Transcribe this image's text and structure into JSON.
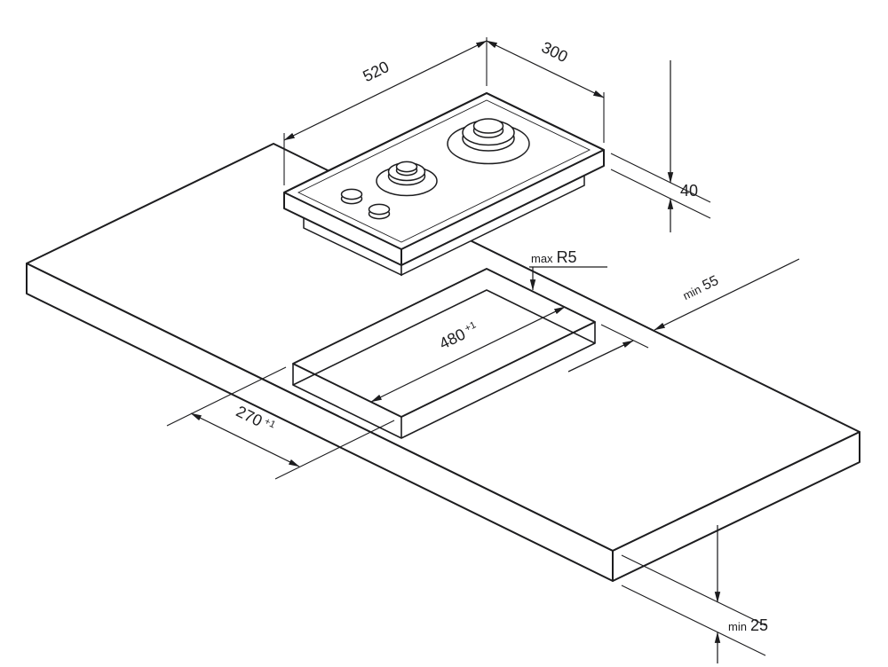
{
  "colors": {
    "line": "#1d1d1f",
    "background": "#ffffff"
  },
  "dimensions": {
    "hob_width": {
      "value": "520"
    },
    "hob_depth": {
      "value": "300"
    },
    "hob_height": {
      "value": "40"
    },
    "corner_radius": {
      "prefix": "max",
      "value": "R5"
    },
    "rear_clearance": {
      "prefix": "min",
      "value": "55"
    },
    "cutout_length": {
      "value": "480",
      "tolerance": "+1"
    },
    "cutout_width": {
      "value": "270",
      "tolerance": "+1"
    },
    "worktop_thickness": {
      "prefix": "min",
      "value": "25"
    }
  }
}
